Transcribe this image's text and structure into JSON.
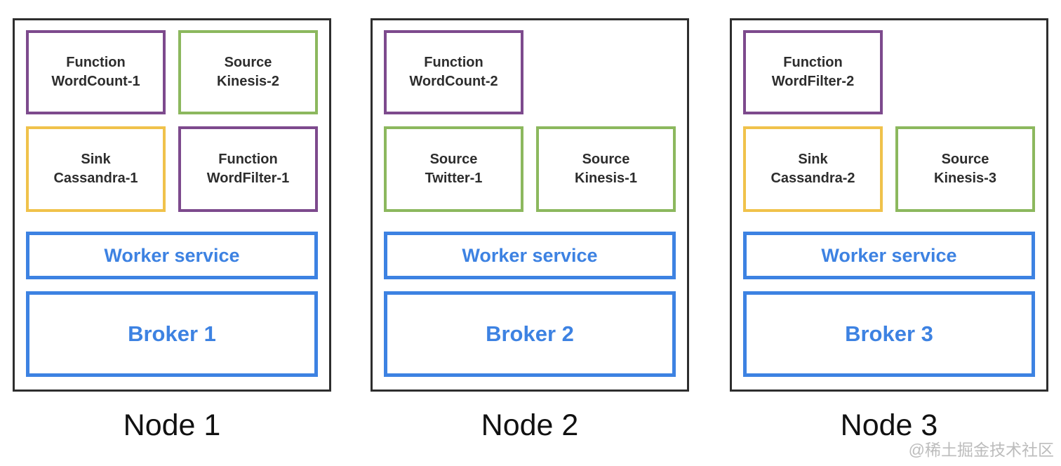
{
  "colors": {
    "node_outline": "#2e2e2e",
    "purple": "#7d4a8d",
    "green": "#8cb85e",
    "yellow": "#f0c24b",
    "blue": "#3d82e2",
    "cell_text": "#2d2d2d",
    "watermark_gray": "#bcbcbc"
  },
  "watermark": "@稀土掘金技术社区",
  "nodes": [
    {
      "label": "Node 1",
      "worker_label": "Worker service",
      "broker_label": "Broker 1",
      "cells": [
        {
          "line1": "Function",
          "line2": "WordCount-1",
          "color": "purple"
        },
        {
          "line1": "Source",
          "line2": "Kinesis-2",
          "color": "green"
        },
        {
          "line1": "Sink",
          "line2": "Cassandra-1",
          "color": "yellow"
        },
        {
          "line1": "Function",
          "line2": "WordFilter-1",
          "color": "purple"
        }
      ]
    },
    {
      "label": "Node 2",
      "worker_label": "Worker service",
      "broker_label": "Broker 2",
      "cells": [
        {
          "line1": "Function",
          "line2": "WordCount-2",
          "color": "purple"
        },
        {
          "line1": "Source",
          "line2": "Twitter-1",
          "color": "green"
        },
        {
          "line1": "Source",
          "line2": "Kinesis-1",
          "color": "green"
        }
      ]
    },
    {
      "label": "Node 3",
      "worker_label": "Worker service",
      "broker_label": "Broker 3",
      "cells": [
        {
          "line1": "Function",
          "line2": "WordFilter-2",
          "color": "purple"
        },
        {
          "line1": "Sink",
          "line2": "Cassandra-2",
          "color": "yellow"
        },
        {
          "line1": "Source",
          "line2": "Kinesis-3",
          "color": "green"
        }
      ]
    }
  ]
}
